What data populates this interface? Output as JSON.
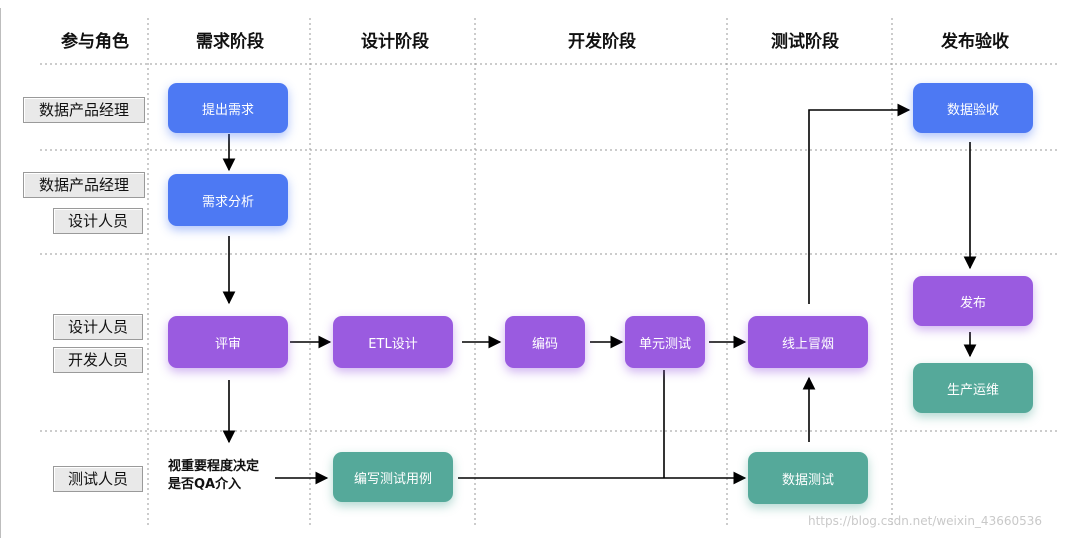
{
  "header_fragment": "",
  "columns": {
    "roles": "参与角色",
    "requirements": "需求阶段",
    "design": "设计阶段",
    "development": "开发阶段",
    "testing": "测试阶段",
    "release": "发布验收"
  },
  "roles": {
    "row1": "数据产品经理",
    "row2a": "数据产品经理",
    "row2b": "设计人员",
    "row3a": "设计人员",
    "row3b": "开发人员",
    "row4": "测试人员"
  },
  "nodes": {
    "raise_requirement": "提出需求",
    "requirement_analysis": "需求分析",
    "review": "评审",
    "etl_design": "ETL设计",
    "coding": "编码",
    "unit_test": "单元测试",
    "online_smoke": "线上冒烟",
    "data_acceptance": "数据验收",
    "release": "发布",
    "production_ops": "生产运维",
    "write_test_cases": "编写测试用例",
    "data_test": "数据测试"
  },
  "note": {
    "line1": "视重要程度决定",
    "line2": "是否QA介入"
  },
  "watermark": "https://blog.csdn.net/weixin_43660536",
  "colors": {
    "blue": "#4d79f3",
    "purple": "#9a5be0",
    "teal": "#55a99a"
  }
}
